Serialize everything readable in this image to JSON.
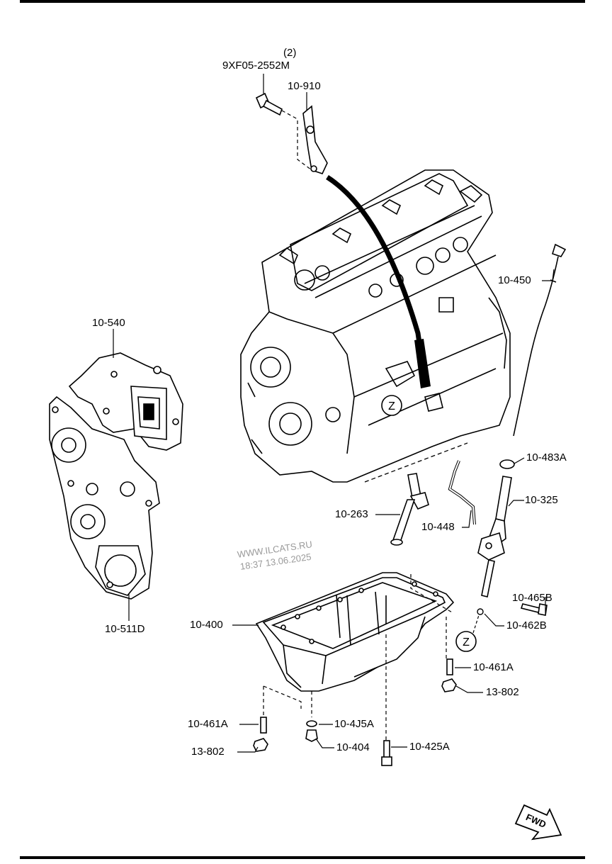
{
  "labels": {
    "qty": "(2)",
    "bolt_9xf": "9XF05-2552M",
    "p10_910": "10-910",
    "p10_450": "10-450",
    "p10_540": "10-540",
    "p10_511d": "10-511D",
    "p10_483a": "10-483A",
    "p10_325": "10-325",
    "p10_263": "10-263",
    "p10_448": "10-448",
    "p10_465b": "10-465B",
    "p10_462b": "10-462B",
    "p10_400": "10-400",
    "p10_461a_r": "10-461A",
    "p13_802_r": "13-802",
    "p10_461a_l": "10-461A",
    "p10_4j5a": "10-4J5A",
    "p10_404": "10-404",
    "p10_425a": "10-425A",
    "p13_802_l": "13-802"
  },
  "markers": {
    "z": "Z"
  },
  "fwd": "FWD",
  "watermark": {
    "line1": "WWW.ILCATS.RU",
    "line2": "18:37 13.06.2025"
  }
}
